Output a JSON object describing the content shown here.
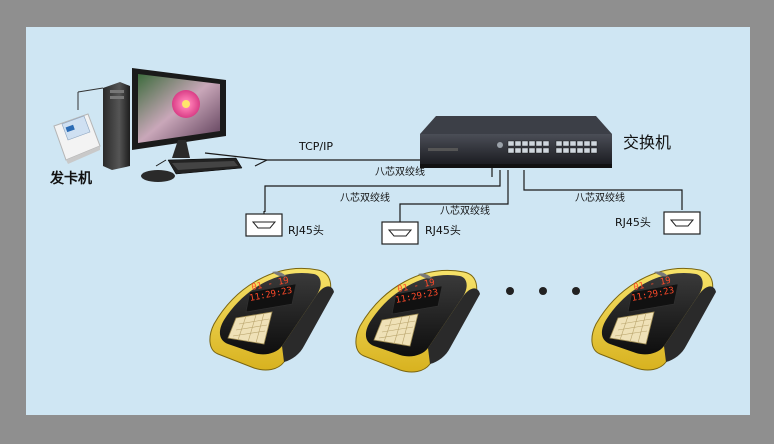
{
  "diagram": {
    "card_issuer_label": "发卡机",
    "switch_label": "交换机",
    "tcpip_label": "TCP/IP",
    "cable_labels": [
      "八芯双绞线",
      "八芯双绞线",
      "八芯双绞线",
      "八芯双绞线"
    ],
    "rj45_labels": [
      "RJ45头",
      "RJ45头",
      "RJ45头"
    ],
    "terminal_display": {
      "line1": "01 - 19",
      "line2": "11:29:23"
    },
    "colors": {
      "background": "#8f8f8f",
      "panel": "#cfe6f3",
      "terminal_yellow": "#f1d23a",
      "terminal_black": "#1d1d1d",
      "display_red": "#ff4a2a",
      "switch_body": "#2b2d33"
    }
  }
}
